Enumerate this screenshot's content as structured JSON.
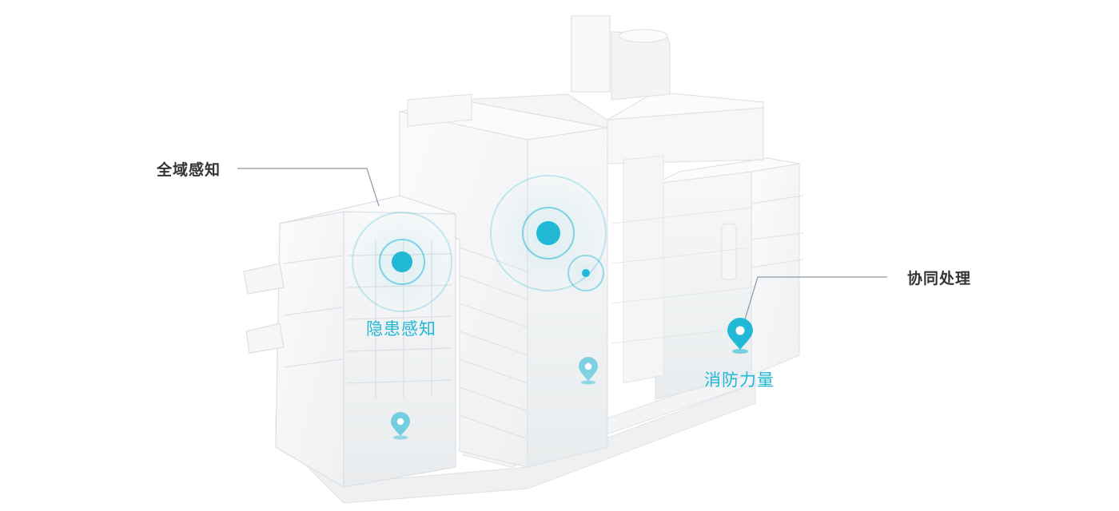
{
  "callouts": {
    "left": "全域感知",
    "right": "协同处理"
  },
  "highlights": {
    "hazard": "隐患感知",
    "fire_force": "消防力量"
  },
  "colors": {
    "accent": "#21b8d6",
    "leader_line": "#8a97a3",
    "callout_text": "#333333"
  }
}
